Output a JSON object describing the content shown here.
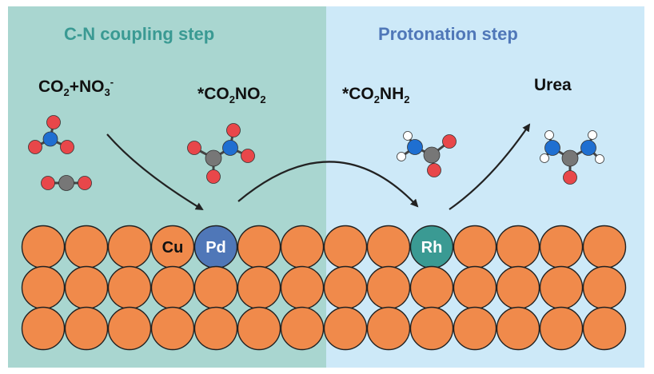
{
  "panels": {
    "left": {
      "title": "C-N coupling step",
      "title_color": "#3a9a93",
      "bg": "#a9d6d0"
    },
    "right": {
      "title": "Protonation step",
      "title_color": "#4f77b8",
      "bg": "#cde9f8"
    }
  },
  "species": [
    {
      "id": "co2-no3",
      "base1": "CO",
      "sub1": "2",
      "mid": "+NO",
      "sub2": "3",
      "sup": "-"
    },
    {
      "id": "co2no2",
      "star": "*",
      "base1": "CO",
      "sub1": "2",
      "mid": "NO",
      "sub2": "2"
    },
    {
      "id": "co2nh2",
      "star": "*",
      "base1": "CO",
      "sub1": "2",
      "mid": "NH",
      "sub2": "2"
    },
    {
      "id": "urea",
      "text": "Urea"
    }
  ],
  "surface": {
    "rows": 3,
    "cols": 14,
    "atom_color": "#f08a4b",
    "dopants": [
      {
        "label": "Cu",
        "col": 3,
        "color": "#f08a4b",
        "text_color": "#111111"
      },
      {
        "label": "Pd",
        "col": 4,
        "color": "#4f77b8",
        "text_color": "#ffffff"
      },
      {
        "label": "Rh",
        "col": 9,
        "color": "#3a9a93",
        "text_color": "#ffffff"
      }
    ]
  },
  "atom_colors": {
    "O": "#e8474a",
    "N": "#1f6fd1",
    "C": "#777777",
    "H": "#ffffff"
  }
}
